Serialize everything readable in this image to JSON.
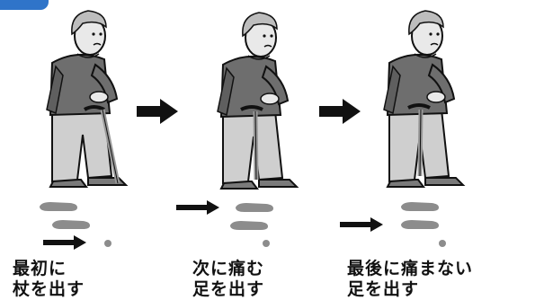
{
  "colors": {
    "corner_tab": "#2f74c9",
    "ink": "#111111",
    "sweater": "#6e6e6e",
    "trousers": "#cfcfcf",
    "skin": "#e9e9e9",
    "hair": "#bdbdbd",
    "footprint": "#8c8c8c",
    "cane": "#9a9a9a"
  },
  "steps": [
    {
      "caption_line1": "最初に",
      "caption_line2": "杖を出す"
    },
    {
      "caption_line1": "次に痛む",
      "caption_line2": "足を出す"
    },
    {
      "caption_line1": "最後に痛まない",
      "caption_line2": "足を出す"
    }
  ],
  "icons": [
    "right-arrow-icon",
    "footprint-icon",
    "cane-tip-icon",
    "walking-person-icon"
  ]
}
